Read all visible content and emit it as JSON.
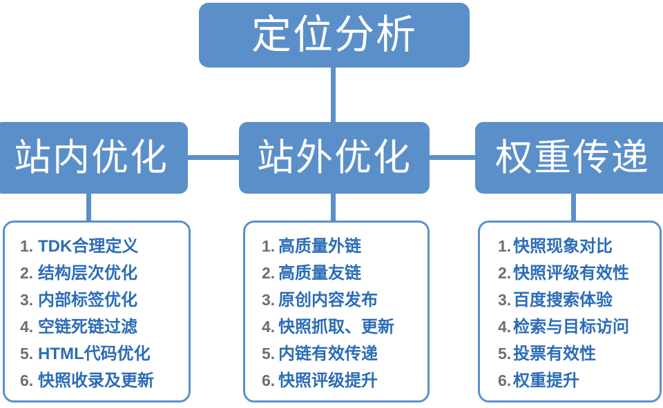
{
  "diagram": {
    "title": "定位分析",
    "colors": {
      "box_fill": "#5B8FC9",
      "box_text": "#ffffff",
      "list_border": "#5B8FC9",
      "list_number": "#6E6E6E",
      "list_text": "#2B6CB7",
      "background": "#ffffff"
    },
    "root": {
      "label": "定位分析"
    },
    "branches": [
      {
        "label": "站内优化",
        "items": [
          {
            "num": "1.",
            "text": "TDK合理定义"
          },
          {
            "num": "2.",
            "text": "结构层次优化"
          },
          {
            "num": "3.",
            "text": "内部标签优化"
          },
          {
            "num": "4.",
            "text": "空链死链过滤"
          },
          {
            "num": "5.",
            "text": "HTML代码优化"
          },
          {
            "num": "6.",
            "text": "快照收录及更新"
          }
        ]
      },
      {
        "label": "站外优化",
        "items": [
          {
            "num": "1.",
            "text": "高质量外链"
          },
          {
            "num": "2.",
            "text": "高质量友链"
          },
          {
            "num": "3.",
            "text": "原创内容发布"
          },
          {
            "num": "4.",
            "text": "快照抓取、更新"
          },
          {
            "num": "5.",
            "text": "内链有效传递"
          },
          {
            "num": "6.",
            "text": "快照评级提升"
          }
        ]
      },
      {
        "label": "权重传递",
        "items": [
          {
            "num": "1.",
            "text": "快照现象对比"
          },
          {
            "num": "2.",
            "text": "快照评级有效性"
          },
          {
            "num": "3.",
            "text": "百度搜索体验"
          },
          {
            "num": "4.",
            "text": "检索与目标访问"
          },
          {
            "num": "5.",
            "text": "投票有效性"
          },
          {
            "num": "6.",
            "text": "权重提升"
          }
        ]
      }
    ]
  }
}
